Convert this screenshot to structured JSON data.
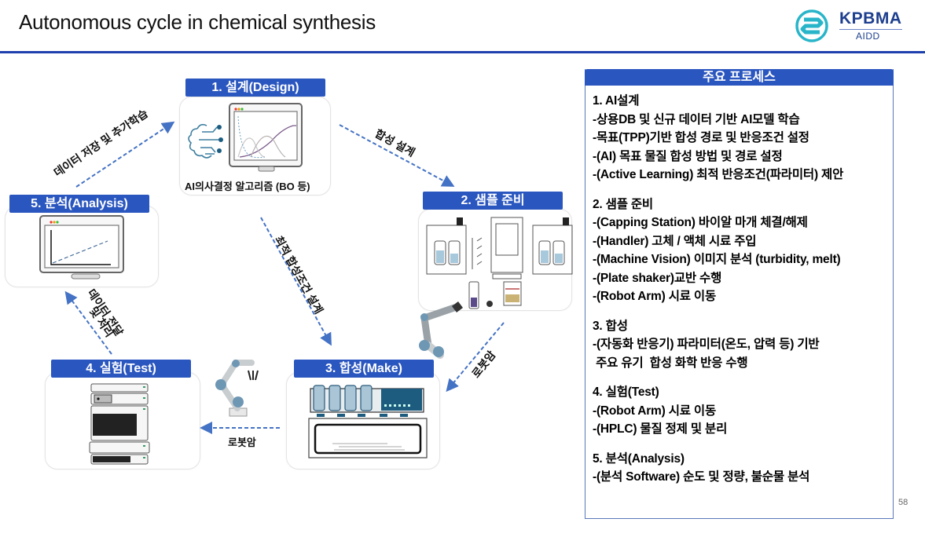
{
  "header": {
    "title": "Autonomous cycle in chemical synthesis",
    "logo": {
      "icon": "kpbma-logo-icon",
      "name": "KPBMA",
      "sub": "AIDD",
      "color": "#1e3f8f",
      "mark_color": "#29b5c9"
    }
  },
  "colors": {
    "accent": "#2a56bf",
    "rule": "#1f3fae",
    "arrow": "#4472c4"
  },
  "stages": [
    {
      "id": "design",
      "label": "1. 설계(Design)",
      "caption": "AI의사결정 알고리즘 (BO 등)",
      "icon": "ai-monitor-icon"
    },
    {
      "id": "sample",
      "label": "2. 샘플 준비",
      "icon": "lab-equipment-icon"
    },
    {
      "id": "make",
      "label": "3. 합성(Make)",
      "icon": "reactor-icon"
    },
    {
      "id": "test",
      "label": "4. 실험(Test)",
      "icon": "hplc-icon"
    },
    {
      "id": "analysis",
      "label": "5. 분석(Analysis)",
      "icon": "analysis-monitor-icon"
    }
  ],
  "arrows": {
    "design_to_sample": "합성 설계",
    "design_to_make": "최적 합성조건 설계",
    "sample_to_make": "로봇암",
    "make_to_test": "로봇암",
    "test_to_analysis_1": "데이터 전달",
    "test_to_analysis_2": "및 처리",
    "analysis_to_design": "데이터  저장 및 추가학습"
  },
  "panel": {
    "title": "주요 프로세스",
    "sections": [
      {
        "title": "1. AI설계",
        "lines": [
          "-상용DB 및 신규 데이터 기반 AI모델 학습",
          "-목표(TPP)기반 합성 경로 및 반응조건 설정",
          "-(AI) 목표 물질 합성 방법 및 경로 설정",
          "-(Active Learning) 최적 반응조건(파라미터) 제안"
        ]
      },
      {
        "title": "2. 샘플 준비",
        "lines": [
          "-(Capping Station) 바이알 마개 체결/해제",
          "-(Handler) 고체 / 액체 시료 주입",
          "-(Machine Vision) 이미지 분석 (turbidity, melt)",
          "-(Plate shaker)교반 수행",
          "-(Robot Arm) 시료 이동"
        ]
      },
      {
        "title": "3. 합성",
        "lines": [
          "-(자동화 반응기) 파라미터(온도, 압력 등) 기반",
          " 주요 유기  합성 화학 반응 수행"
        ]
      },
      {
        "title": "4. 실험(Test)",
        "lines": [
          "-(Robot Arm) 시료 이동",
          "-(HPLC) 물질 정제 및 분리"
        ]
      },
      {
        "title": "5. 분석(Analysis)",
        "lines": [
          "-(분석 Software) 순도 및 정량, 불순물 분석"
        ]
      }
    ]
  },
  "page_number": "58"
}
